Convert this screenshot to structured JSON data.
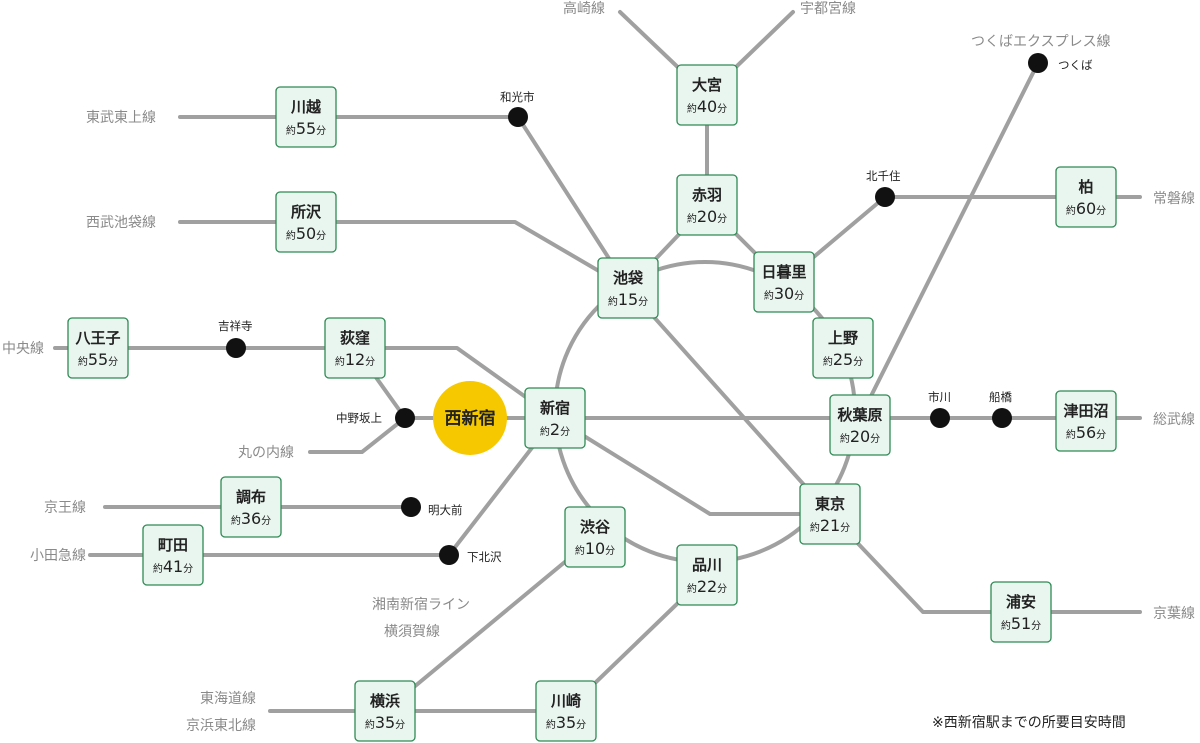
{
  "origin": "西新宿",
  "note": "※西新宿駅までの所要目安時間",
  "time_prefix": "約",
  "time_suffix": "分",
  "stations": {
    "kawagoe": {
      "name": "川越",
      "minutes": 55
    },
    "tokorozawa": {
      "name": "所沢",
      "minutes": 50
    },
    "hachioji": {
      "name": "八王子",
      "minutes": 55
    },
    "ogikubo": {
      "name": "荻窪",
      "minutes": 12
    },
    "chofu": {
      "name": "調布",
      "minutes": 36
    },
    "machida": {
      "name": "町田",
      "minutes": 41
    },
    "shinjuku": {
      "name": "新宿",
      "minutes": 2
    },
    "omiya": {
      "name": "大宮",
      "minutes": 40
    },
    "akabane": {
      "name": "赤羽",
      "minutes": 20
    },
    "ikebukuro": {
      "name": "池袋",
      "minutes": 15
    },
    "nippori": {
      "name": "日暮里",
      "minutes": 30
    },
    "ueno": {
      "name": "上野",
      "minutes": 25
    },
    "akihabara": {
      "name": "秋葉原",
      "minutes": 20
    },
    "tokyo": {
      "name": "東京",
      "minutes": 21
    },
    "shibuya": {
      "name": "渋谷",
      "minutes": 10
    },
    "shinagawa": {
      "name": "品川",
      "minutes": 22
    },
    "yokohama": {
      "name": "横浜",
      "minutes": 35
    },
    "kawasaki": {
      "name": "川崎",
      "minutes": 35
    },
    "kashiwa": {
      "name": "柏",
      "minutes": 60
    },
    "tsudanuma": {
      "name": "津田沼",
      "minutes": 56
    },
    "urayasu": {
      "name": "浦安",
      "minutes": 51
    }
  },
  "points": {
    "wakoshi": "和光市",
    "kichijoji": "吉祥寺",
    "nakanosakaue": "中野坂上",
    "meidaimae": "明大前",
    "shimokitazawa": "下北沢",
    "kitasenju": "北千住",
    "tsukuba": "つくば",
    "ichikawa": "市川",
    "funabashi": "船橋"
  },
  "lines": {
    "tobu_tojo": "東武東上線",
    "seibu_ikebukuro": "西武池袋線",
    "chuo": "中央線",
    "marunouchi": "丸の内線",
    "keio": "京王線",
    "odakyu": "小田急線",
    "takasaki": "高崎線",
    "utsunomiya": "宇都宮線",
    "tsukuba_express": "つくばエクスプレス線",
    "joban": "常磐線",
    "sobu": "総武線",
    "keiyo": "京葉線",
    "shonan_shinjuku": "湘南新宿ライン",
    "yokosuka": "横須賀線",
    "tokaido": "東海道線",
    "keihin_tohoku": "京浜東北線"
  }
}
